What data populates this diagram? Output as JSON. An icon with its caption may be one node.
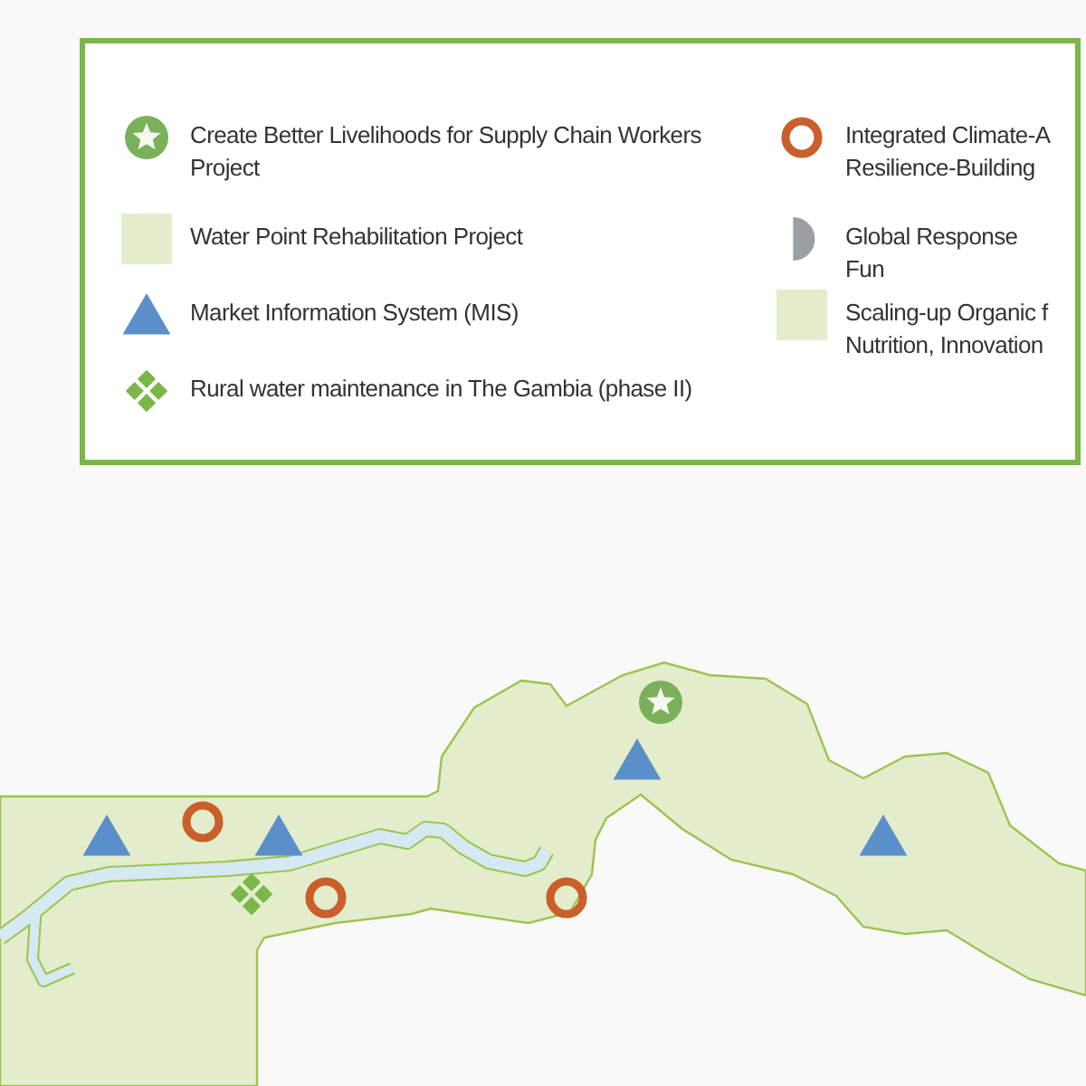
{
  "diagram": {
    "legend": [
      {
        "text": "Create Better Livelihoods for Supply Chain Workers Project"
      },
      {
        "text": "Water Point Rehabilitation Project",
        "color": "#e3edcb"
      },
      {
        "text": "Market Information System (MIS)"
      },
      {
        "text": "Rural water maintenance in The Gambia (phase II)"
      },
      {
        "text": "Integrated Climate-A Resilience-Building"
      },
      {
        "text": "Global Response Fun"
      },
      {
        "text": "Scaling-up Organic f Nutrition, Innovation",
        "color": "#e3edcb"
      }
    ]
  }
}
